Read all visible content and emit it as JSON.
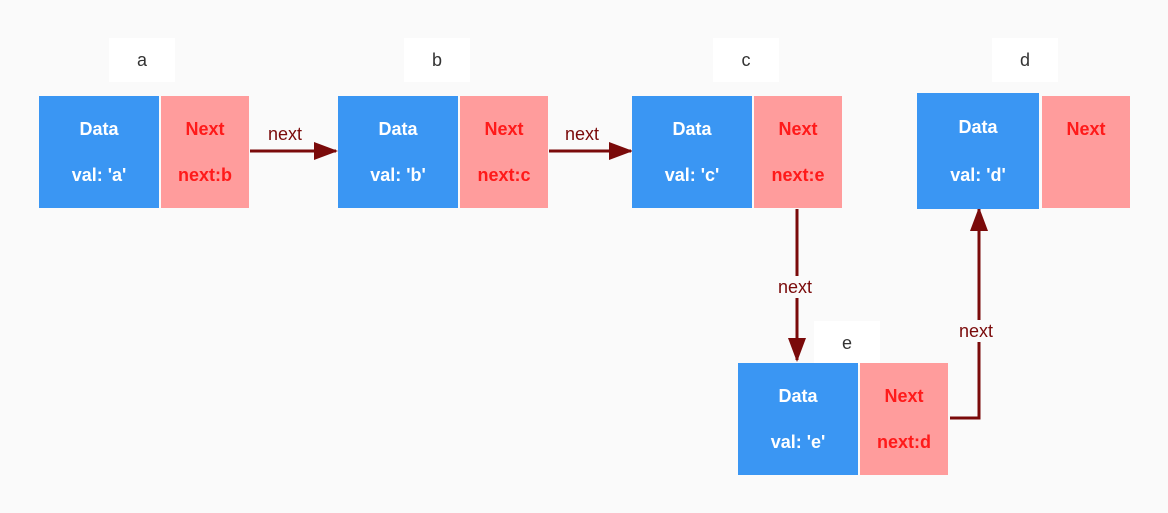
{
  "colors": {
    "data_fill": "#3a96f3",
    "next_fill": "#ff9c9c",
    "next_text": "#ff1a1a",
    "arrow": "#7a0a0a"
  },
  "nodes": {
    "a": {
      "label": "a",
      "data_title": "Data",
      "val": "val: 'a'",
      "next_title": "Next",
      "next_value": "next:b"
    },
    "b": {
      "label": "b",
      "data_title": "Data",
      "val": "val: 'b'",
      "next_title": "Next",
      "next_value": "next:c"
    },
    "c": {
      "label": "c",
      "data_title": "Data",
      "val": "val: 'c'",
      "next_title": "Next",
      "next_value": "next:e"
    },
    "d": {
      "label": "d",
      "data_title": "Data",
      "val": "val: 'd'",
      "next_title": "Next",
      "next_value": ""
    },
    "e": {
      "label": "e",
      "data_title": "Data",
      "val": "val: 'e'",
      "next_title": "Next",
      "next_value": "next:d"
    }
  },
  "edges": [
    {
      "from": "a",
      "to": "b",
      "label": "next"
    },
    {
      "from": "b",
      "to": "c",
      "label": "next"
    },
    {
      "from": "c",
      "to": "e",
      "label": "next"
    },
    {
      "from": "e",
      "to": "d",
      "label": "next"
    }
  ]
}
